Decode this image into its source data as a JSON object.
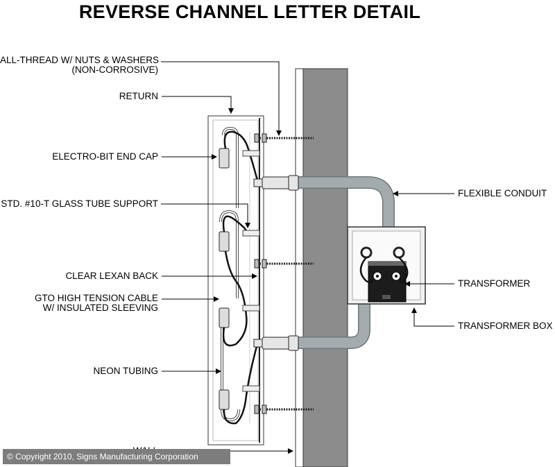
{
  "title": "REVERSE CHANNEL LETTER DETAIL",
  "labels": {
    "all_thread_line1": "ALL-THREAD W/ NUTS & WASHERS",
    "all_thread_line2": "(NON-CORROSIVE)",
    "return": "RETURN",
    "end_cap": "ELECTRO-BIT END CAP",
    "tube_support": "STD. #10-T GLASS TUBE SUPPORT",
    "lexan_back": "CLEAR LEXAN BACK",
    "gto_line1": "GTO HIGH TENSION CABLE",
    "gto_line2": "W/ INSULATED SLEEVING",
    "neon_tubing": "NEON TUBING",
    "wall": "WALL",
    "flexible_conduit": "FLEXIBLE CONDUIT",
    "transformer": "TRANSFORMER",
    "transformer_box": "TRANSFORMER BOX"
  },
  "copyright": "© Copyright 2010, Signs Manufacturing Corporation",
  "colors": {
    "wall": "#8c8c8c",
    "conduit": "#a3abae",
    "conduit_edge": "#6f777a",
    "box_fill": "#f1f1f1",
    "transformer": "#1c1c1c",
    "banner": "#7d7d7d"
  }
}
